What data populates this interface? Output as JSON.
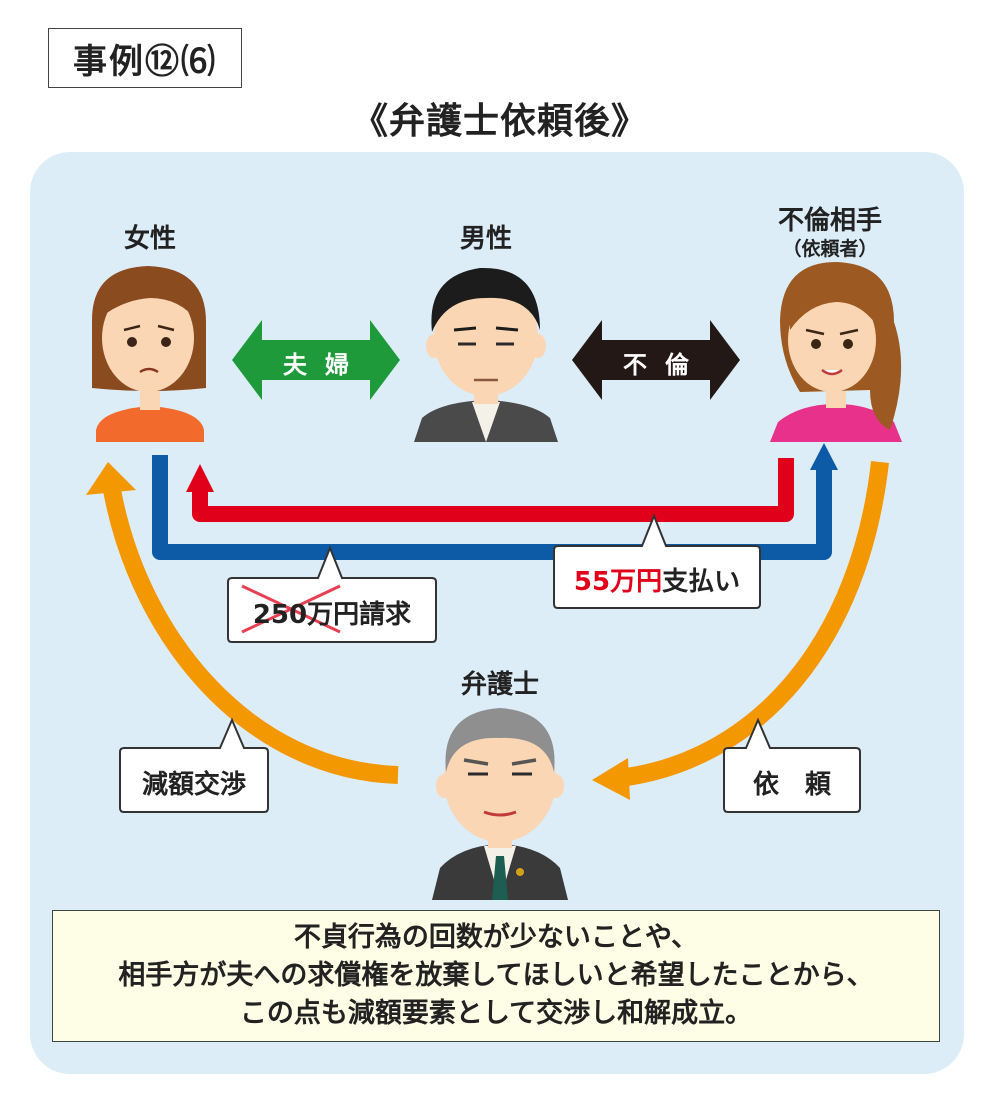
{
  "header": {
    "case_label": "事例⑫⑹",
    "title": "《弁護士依頼後》"
  },
  "people": {
    "woman_label": "女性",
    "man_label": "男性",
    "partner_label": "不倫相手",
    "partner_sub": "（依頼者）",
    "lawyer_label": "弁護士"
  },
  "relations": {
    "couple": "夫婦",
    "affair": "不倫"
  },
  "bubbles": {
    "claim_crossed": "250万円",
    "claim_suffix": "請求",
    "payment_amount": "55万円",
    "payment_suffix": "支払い",
    "negotiation": "減額交渉",
    "request": "依　頼"
  },
  "summary": {
    "line1": "不貞行為の回数が少ないことや、",
    "line2": "相手方が夫への求償権を放棄してほしいと希望したことから、",
    "line3": "この点も減額要素として交渉し和解成立。"
  },
  "colors": {
    "panel": "#dcedf8",
    "couple_arrow": "#1f9a3a",
    "affair_arrow": "#231815",
    "red_path": "#e1001a",
    "blue_path": "#0d5aa7",
    "orange_path": "#f39800",
    "summary_bg": "#fefde6"
  }
}
